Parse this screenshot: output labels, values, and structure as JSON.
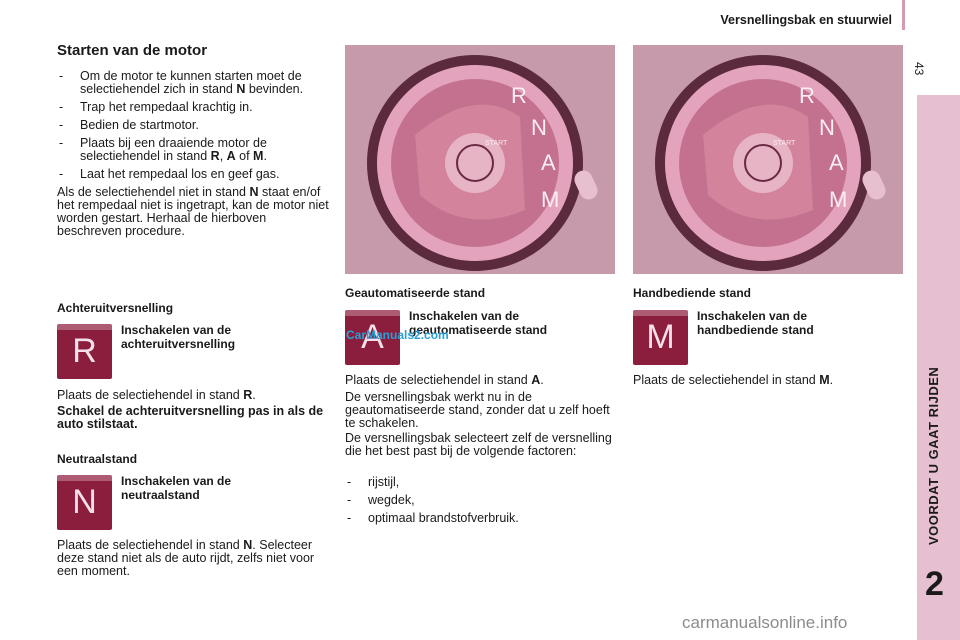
{
  "header": {
    "title": "Versnellingsbak en stuurwiel",
    "page_number": "43"
  },
  "sidebar": {
    "label": "VOORDAT U GAAT RIJDEN",
    "chapter": "2"
  },
  "start": {
    "title": "Starten van de motor",
    "steps": [
      "Om de motor te kunnen starten moet de selectiehendel zich in stand N bevinden.",
      "Trap het rempedaal krachtig in.",
      "Bedien de startmotor.",
      "Plaats bij een draaiende motor de selectiehendel in stand R, A of M.",
      "Laat het rempedaal los en geef gas."
    ],
    "note": "Als de selectiehendel niet in stand N staat en/of het rempedaal niet is ingetrapt, kan de motor niet worden gestart. Herhaal de hierboven beschreven procedure."
  },
  "reverse": {
    "title": "Achteruitversnelling",
    "key_label": "R",
    "subtitle": "Inschakelen van de achteruitversnelling",
    "text": "Plaats de selectiehendel in stand R.",
    "warning": "Schakel de achteruitversnelling pas in als de auto stilstaat."
  },
  "neutral": {
    "title": "Neutraalstand",
    "key_label": "N",
    "subtitle": "Inschakelen van de neutraalstand",
    "text": "Plaats de selectiehendel in stand N. Selecteer deze stand niet als de auto rijdt, zelfs niet voor een moment."
  },
  "auto": {
    "title": "Geautomatiseerde stand",
    "key_label": "A",
    "subtitle": "Inschakelen van de geautomatiseerde stand",
    "p1": "Plaats de selectiehendel in stand A.",
    "p2": "De versnellingsbak werkt nu in de geautomatiseerde stand, zonder dat u zelf hoeft te schakelen.",
    "p3": "De versnellingsbak selecteert zelf de versnelling die het best past bij de volgende factoren:",
    "factors": [
      "rijstijl,",
      "wegdek,",
      "optimaal brandstofverbruik."
    ]
  },
  "manual": {
    "title": "Handbediende stand",
    "key_label": "M",
    "subtitle": "Inschakelen van de handbediende stand",
    "text": "Plaats de selectiehendel in stand M."
  },
  "dial": {
    "letters": [
      "R",
      "N",
      "A",
      "M"
    ],
    "start_label": "START"
  },
  "watermarks": {
    "bottom": "carmanualsonline.info",
    "overlay": "CarManuals2.com"
  }
}
